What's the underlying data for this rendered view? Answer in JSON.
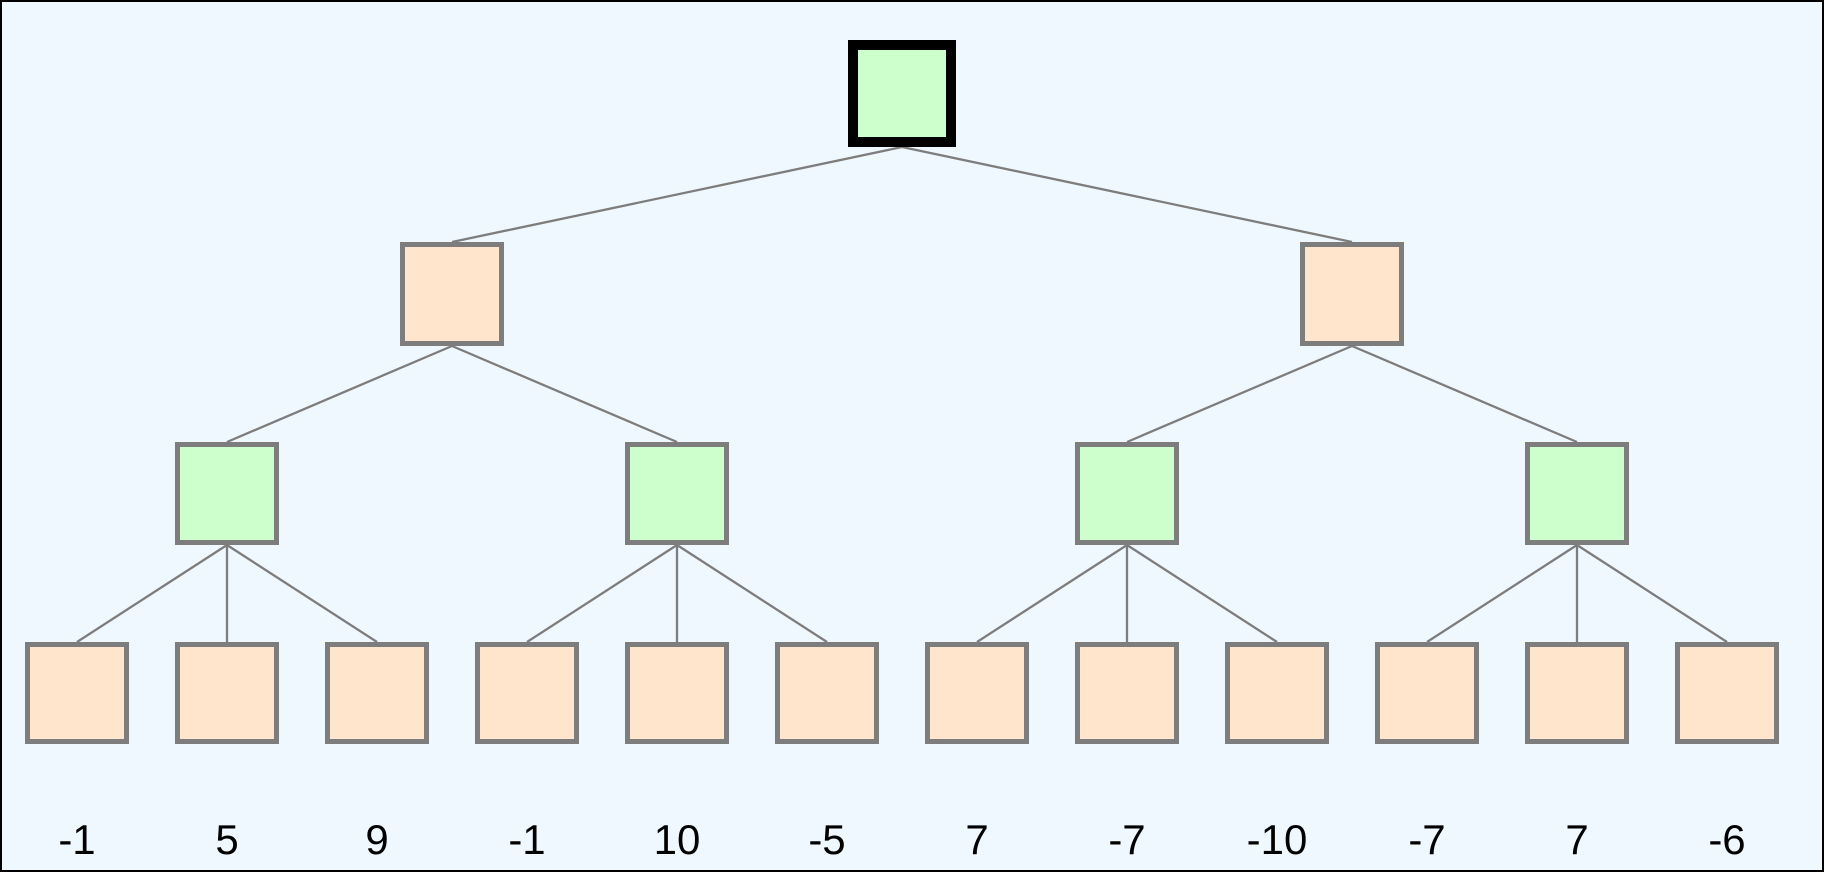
{
  "page": {
    "background": "#f0f8ff",
    "frame_color": "#000000"
  },
  "tree": {
    "colors": {
      "green_fill": "#ccffcc",
      "orange_fill": "#ffe5cc",
      "node_border": "#7d7d7d",
      "root_border": "#000000",
      "edge": "#7d7d7d",
      "label": "#000000"
    },
    "levels": [
      {
        "name": "root",
        "node_fills": [
          "green"
        ],
        "root_highlighted": true
      },
      {
        "name": "level-1",
        "node_fills": [
          "orange",
          "orange"
        ]
      },
      {
        "name": "level-2",
        "node_fills": [
          "green",
          "green",
          "green",
          "green"
        ]
      },
      {
        "name": "leaves",
        "node_fills": [
          "orange",
          "orange",
          "orange",
          "orange",
          "orange",
          "orange",
          "orange",
          "orange",
          "orange",
          "orange",
          "orange",
          "orange"
        ]
      }
    ],
    "branching": [
      2,
      2,
      3
    ],
    "leaf_labels": [
      "-1",
      "5",
      "9",
      "-1",
      "10",
      "-5",
      "7",
      "-7",
      "-10",
      "-7",
      "7",
      "-6"
    ]
  }
}
